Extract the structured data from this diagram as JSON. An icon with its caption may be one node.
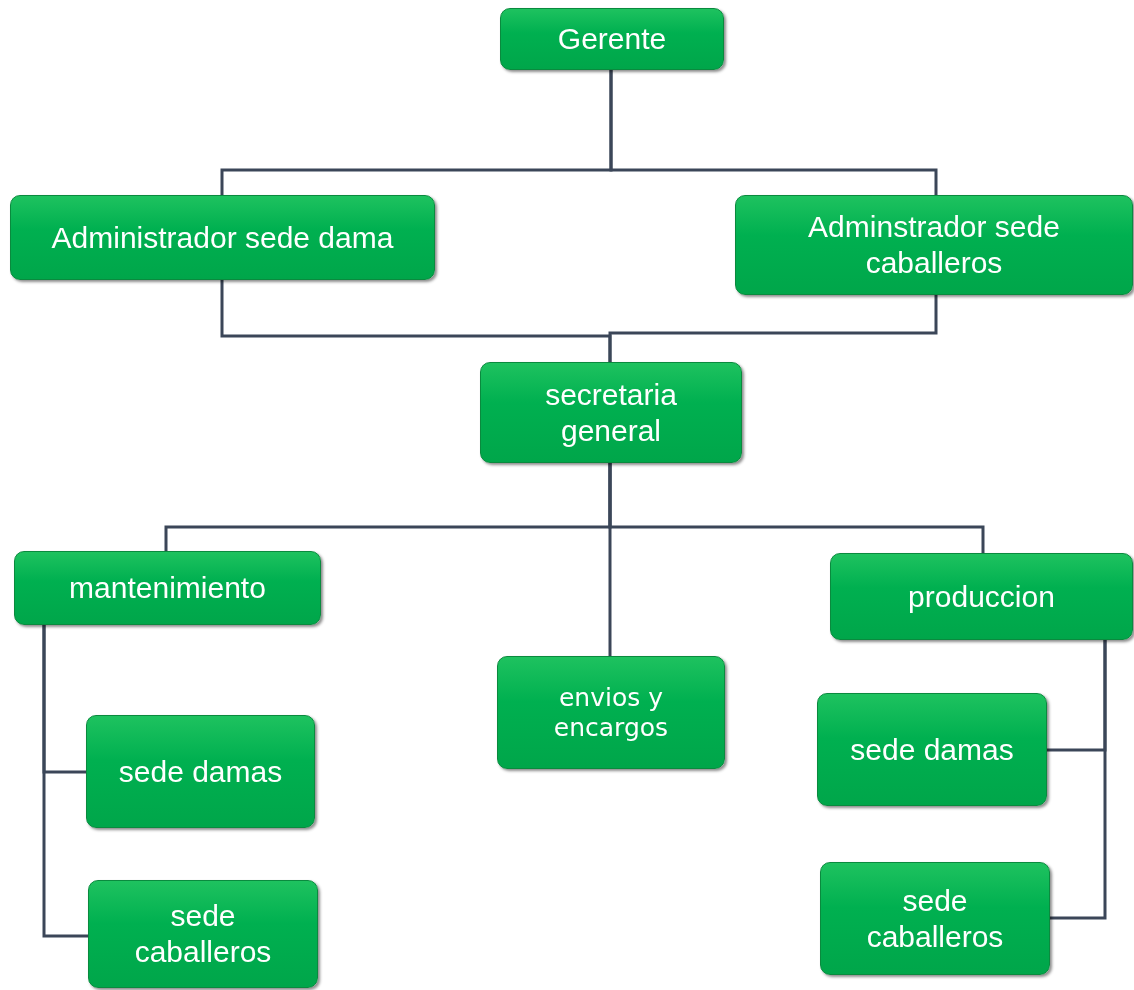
{
  "diagram": {
    "nodes": [
      {
        "text": [
          "Gerente"
        ]
      },
      {
        "text": [
          "Administrador sede dama"
        ]
      },
      {
        "text": [
          "Adminstrador sede caballeros"
        ]
      },
      {
        "text": [
          "secretaria general"
        ]
      },
      {
        "text": [
          "mantenimiento"
        ]
      },
      {
        "text": [
          "envios y encargos"
        ]
      },
      {
        "text": [
          "produccion"
        ]
      },
      {
        "text": [
          "sede damas"
        ]
      },
      {
        "text": [
          "sede caballeros"
        ]
      },
      {
        "text": [
          "sede damas"
        ]
      },
      {
        "text": [
          "sede caballeros"
        ]
      }
    ],
    "edges": [
      {
        "from": 0,
        "to": 1,
        "arrow": "none"
      },
      {
        "from": 0,
        "to": 2,
        "arrow": "none"
      },
      {
        "from": 1,
        "to": 3,
        "arrow": "none"
      },
      {
        "from": 2,
        "to": 3,
        "arrow": "none"
      },
      {
        "from": 3,
        "to": 4,
        "arrow": "none"
      },
      {
        "from": 3,
        "to": 5,
        "arrow": "none"
      },
      {
        "from": 3,
        "to": 6,
        "arrow": "none"
      },
      {
        "from": 4,
        "to": 7,
        "arrow": "none"
      },
      {
        "from": 4,
        "to": 8,
        "arrow": "none"
      },
      {
        "from": 6,
        "to": 9,
        "arrow": "none"
      },
      {
        "from": 6,
        "to": 10,
        "arrow": "none"
      }
    ]
  }
}
